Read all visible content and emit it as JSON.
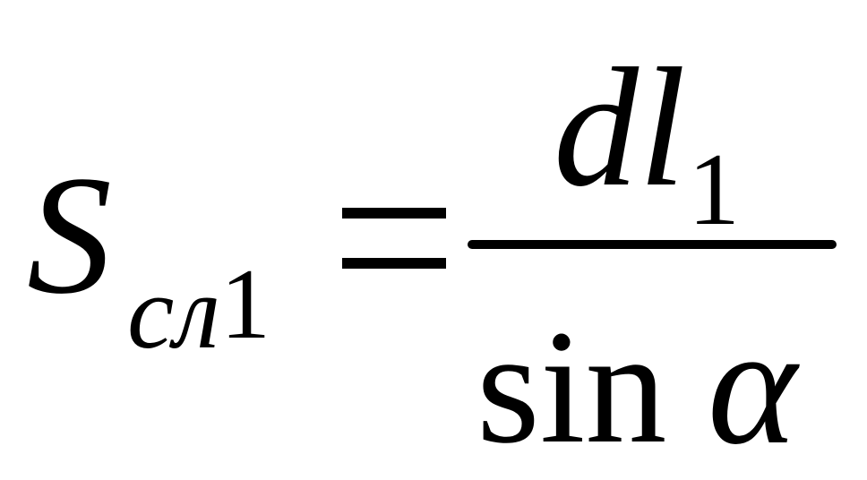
{
  "formula": {
    "lhs": {
      "main": "S",
      "subscript_letters": "сл",
      "subscript_digit": "1"
    },
    "operator": "=",
    "rhs": {
      "numerator": {
        "main": "dl",
        "subscript": "1"
      },
      "denominator": {
        "function": "sin",
        "variable": "α"
      }
    }
  }
}
